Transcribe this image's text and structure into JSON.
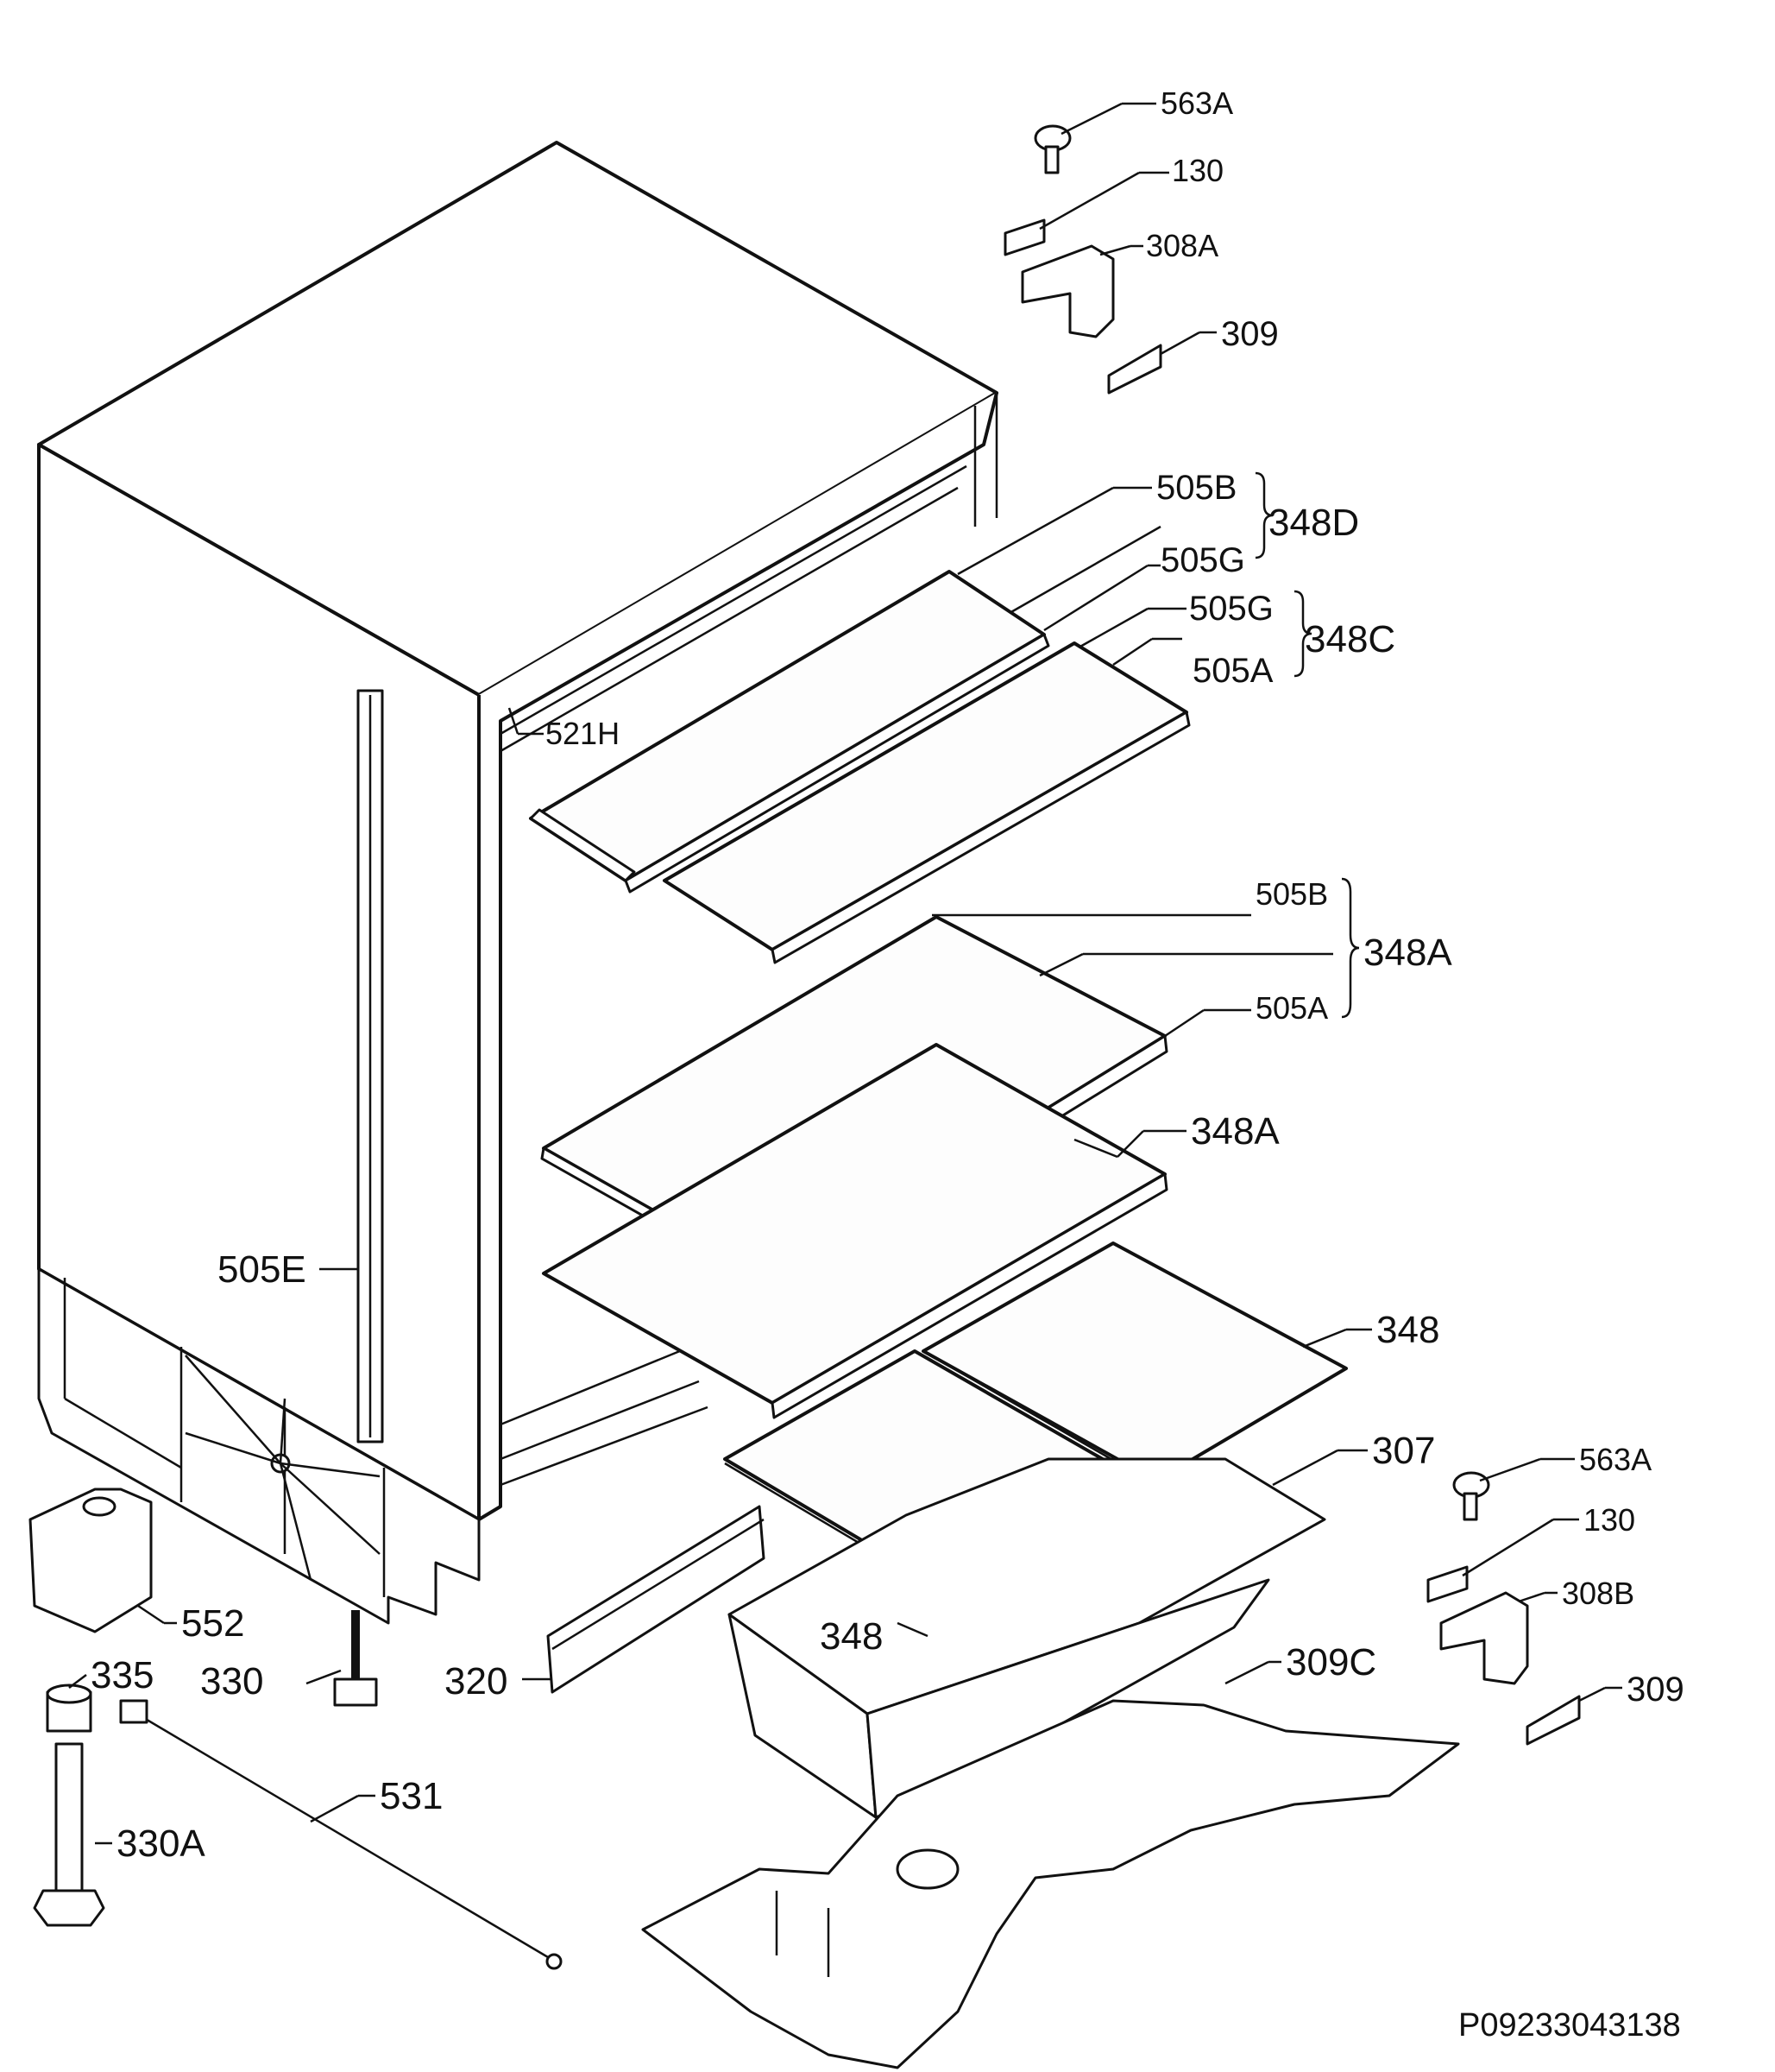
{
  "document_code": "P09233043138",
  "labels": {
    "l563a_top": "563A",
    "l130_top": "130",
    "l308a": "308A",
    "l309_top": "309",
    "l505b_top": "505B",
    "l348d": "348D",
    "l505g_1": "505G",
    "l505g_2": "505G",
    "l348c": "348C",
    "l505a_top": "505A",
    "l521h": "521H",
    "l505b_mid": "505B",
    "l348a_1": "348A",
    "l505a_mid": "505A",
    "l348a_2": "348A",
    "l505e": "505E",
    "l348_1": "348",
    "l307": "307",
    "l563a_bot": "563A",
    "l130_bot": "130",
    "l308b": "308B",
    "l309_bot": "309",
    "l552": "552",
    "l348_2": "348",
    "l335": "335",
    "l330": "330",
    "l320": "320",
    "l309c": "309C",
    "l531": "531",
    "l330a": "330A"
  }
}
